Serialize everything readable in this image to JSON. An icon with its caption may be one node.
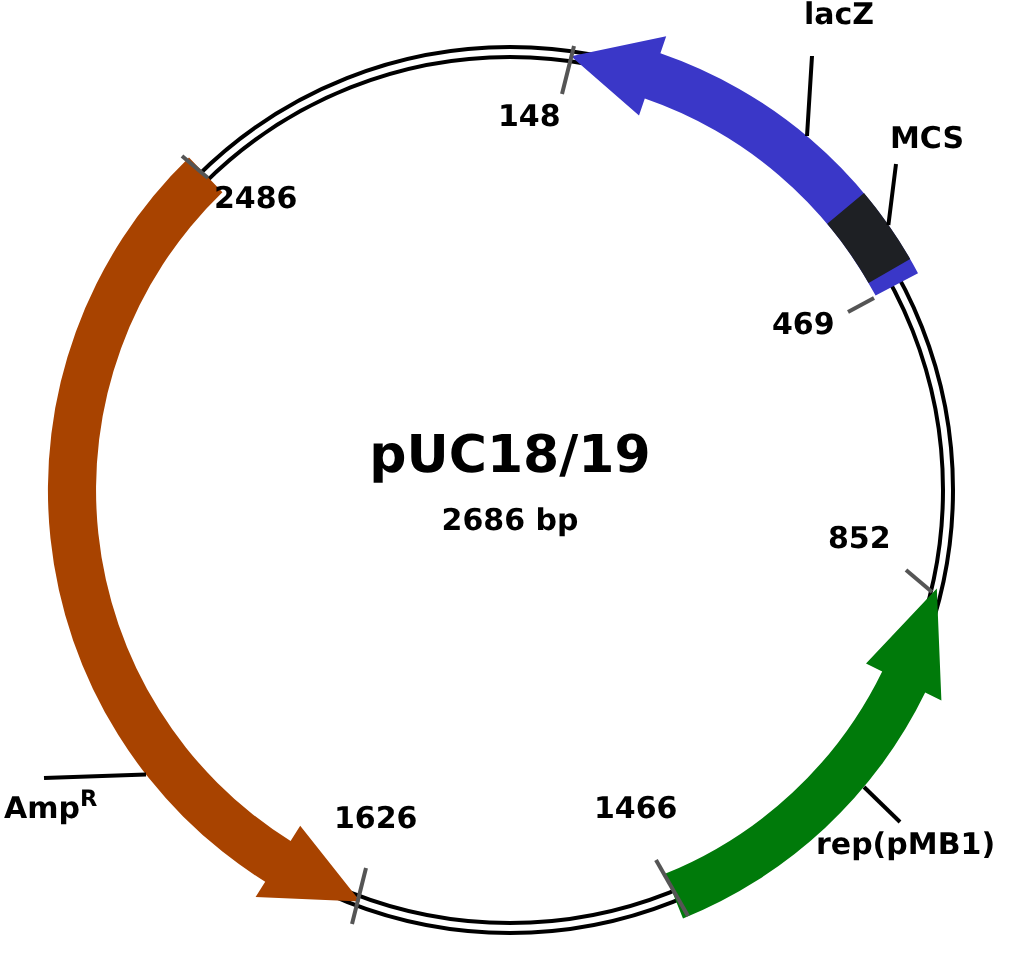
{
  "diagram": {
    "title": "pUC18/19",
    "nodes": [
      {
        "text": [
          "lacZ"
        ]
      },
      {
        "text": [],
        "shape": "arrow"
      },
      {
        "text": [
          "MCS"
        ]
      },
      {
        "text": [],
        "shape": "bar",
        "in": 1
      },
      {
        "text": [
          "Amp$^{R}$"
        ]
      },
      {
        "text": [],
        "shape": "arrow"
      },
      {
        "text": [
          "rep(pMB1)"
        ]
      },
      {
        "text": [],
        "shape": "arrow"
      }
    ],
    "edges": [
      {
        "from": 0,
        "to": 1,
        "arrow": "none"
      },
      {
        "from": 2,
        "to": 3,
        "arrow": "none"
      },
      {
        "from": 4,
        "to": 5,
        "arrow": "none"
      },
      {
        "from": 6,
        "to": 7,
        "arrow": "none"
      }
    ],
    "labels": [
      "148",
      "2486",
      "469",
      "2686 bp",
      "852",
      "1466",
      "1626"
    ]
  }
}
